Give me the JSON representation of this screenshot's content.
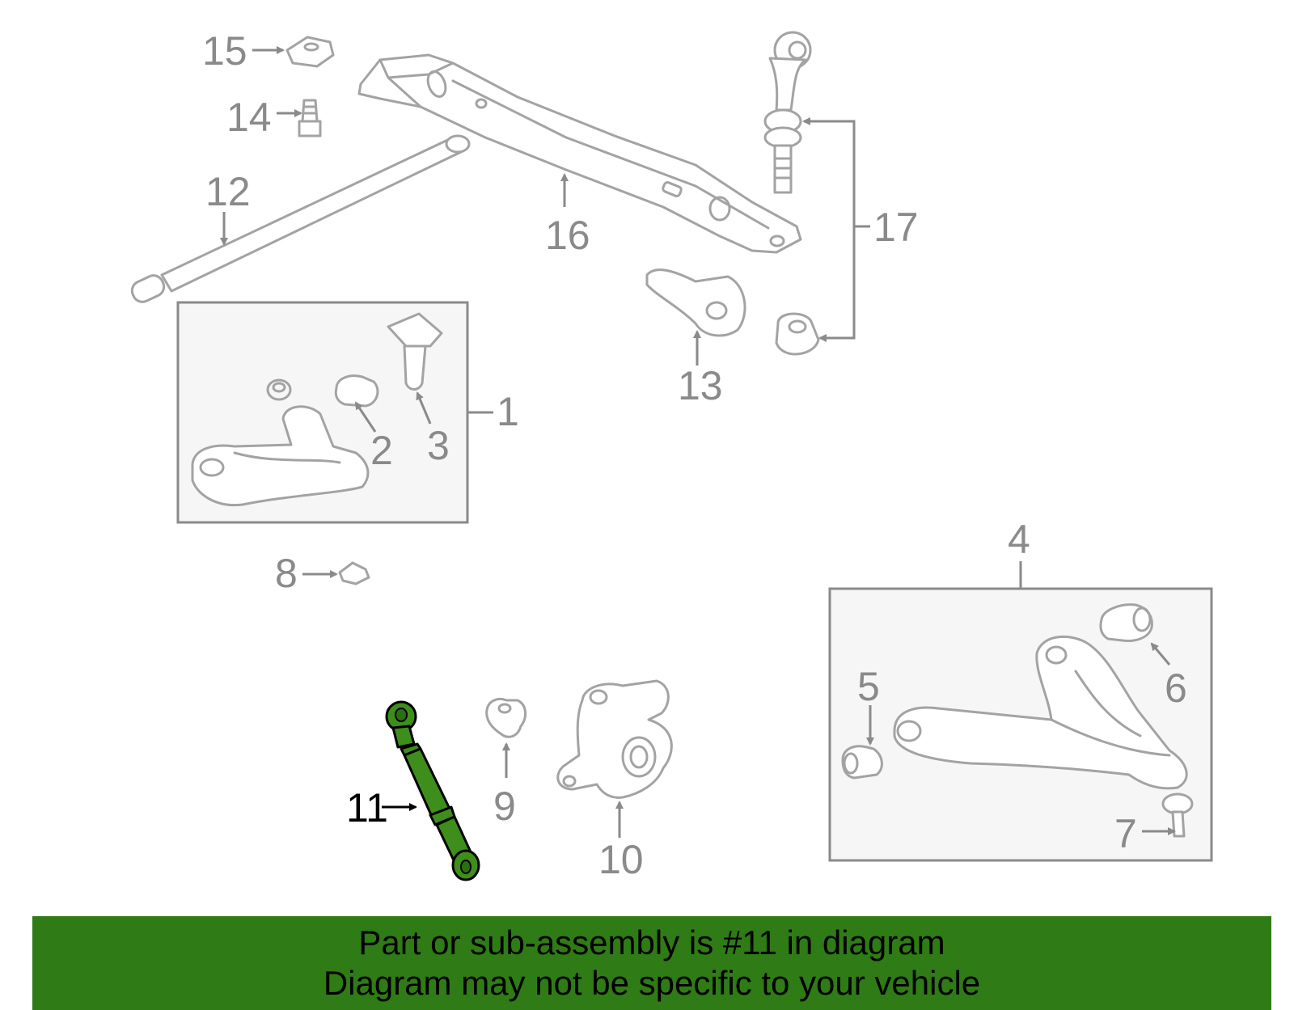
{
  "colors": {
    "banner_bg": "#2f7b16",
    "highlight_part": "#3e8e1c",
    "part_outline": "#a3a3a3",
    "label_gray": "#8a8a8a",
    "highlight_label": "#000000"
  },
  "callouts": {
    "c1": "1",
    "c2": "2",
    "c3": "3",
    "c4": "4",
    "c5": "5",
    "c6": "6",
    "c7": "7",
    "c8": "8",
    "c9": "9",
    "c10": "10",
    "c11": "11",
    "c12": "12",
    "c13": "13",
    "c14": "14",
    "c15": "15",
    "c16": "16",
    "c17": "17"
  },
  "highlighted_part": "11",
  "banner": {
    "line1": "Part or sub-assembly is #11 in diagram",
    "line2": "Diagram may not be specific to your vehicle"
  }
}
